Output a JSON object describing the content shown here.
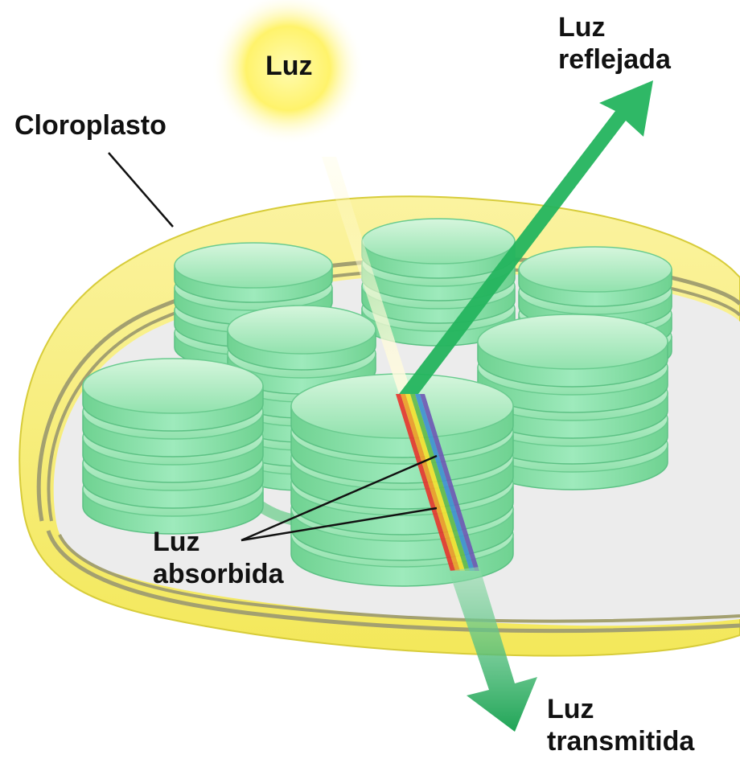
{
  "labels": {
    "light": "Luz",
    "chloroplast": "Cloroplasto",
    "reflected": [
      "Luz",
      "reflejada"
    ],
    "absorbed": [
      "Luz",
      "absorbida"
    ],
    "transmitted": [
      "Luz",
      "transmitida"
    ]
  },
  "colors": {
    "sun": "#fff36b",
    "envelope": "#f6ee7a",
    "stroma": "#ececec",
    "membrane_line": "#9a9a6a",
    "thylakoid": "#8fe3ad",
    "thylakoid_edge": "#4fb97a",
    "reflected_arrow": "#24b45e",
    "transmitted_arrow": "#1fa456"
  },
  "spectrum": [
    "#e8342b",
    "#f29a25",
    "#f5e12c",
    "#63b94a",
    "#3f8fd2",
    "#6d57b5"
  ]
}
